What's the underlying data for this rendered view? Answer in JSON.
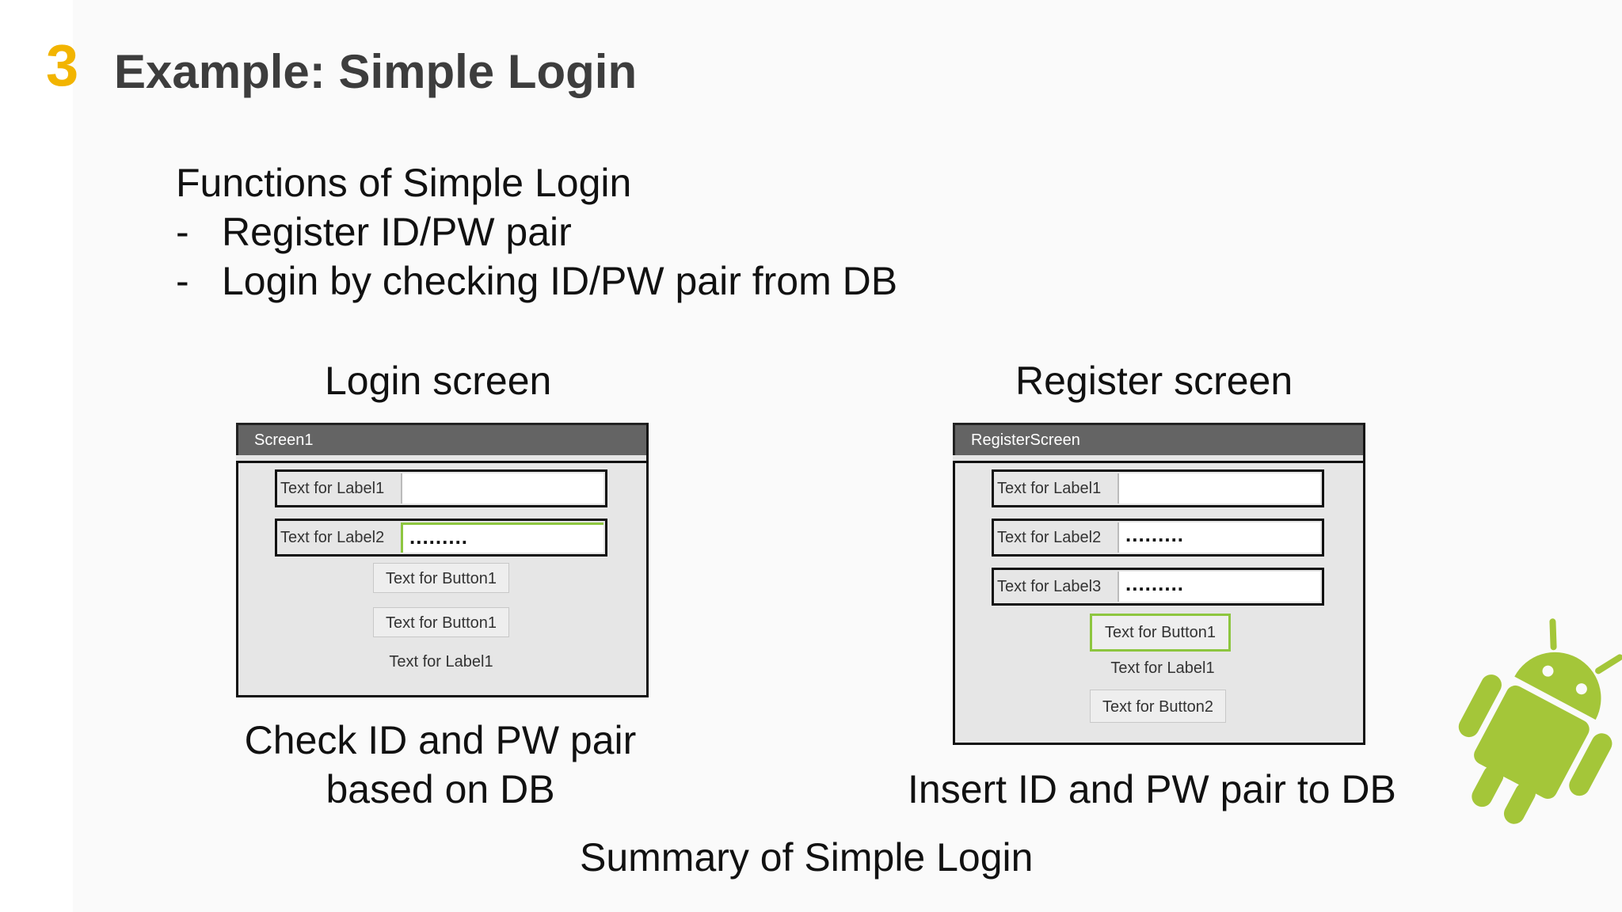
{
  "slide": {
    "section_number": "3",
    "title": "Example: Simple Login",
    "functions_heading": "Functions of Simple Login",
    "functions": [
      {
        "dash": "-",
        "text": "Register ID/PW pair"
      },
      {
        "dash": "-",
        "text": "Login by checking ID/PW pair from DB"
      }
    ],
    "summary_caption": "Summary of Simple Login"
  },
  "login_screen": {
    "heading": "Login screen",
    "window_title": "Screen1",
    "rows": [
      {
        "label": "Text for Label1",
        "value": ""
      },
      {
        "label": "Text for Label2",
        "value": "........."
      }
    ],
    "button1_label": "Text for Button1",
    "button2_label": "Text for Button1",
    "status_label": "Text for Label1",
    "caption_line1": "Check ID and PW pair",
    "caption_line2": "based on DB"
  },
  "register_screen": {
    "heading": "Register screen",
    "window_title": "RegisterScreen",
    "rows": [
      {
        "label": "Text for Label1",
        "value": ""
      },
      {
        "label": "Text for Label2",
        "value": "........."
      },
      {
        "label": "Text for Label3",
        "value": "........."
      }
    ],
    "button1_label": "Text for Button1",
    "status_label": "Text for Label1",
    "button2_label": "Text for Button2",
    "caption": "Insert ID and PW pair to DB"
  },
  "colors": {
    "accent_number": "#f2b400",
    "title_gray": "#3d3d3d",
    "focus_green": "#8dc63f",
    "android_green": "#a4c639"
  },
  "icons": {
    "android": "android-robot-icon"
  }
}
